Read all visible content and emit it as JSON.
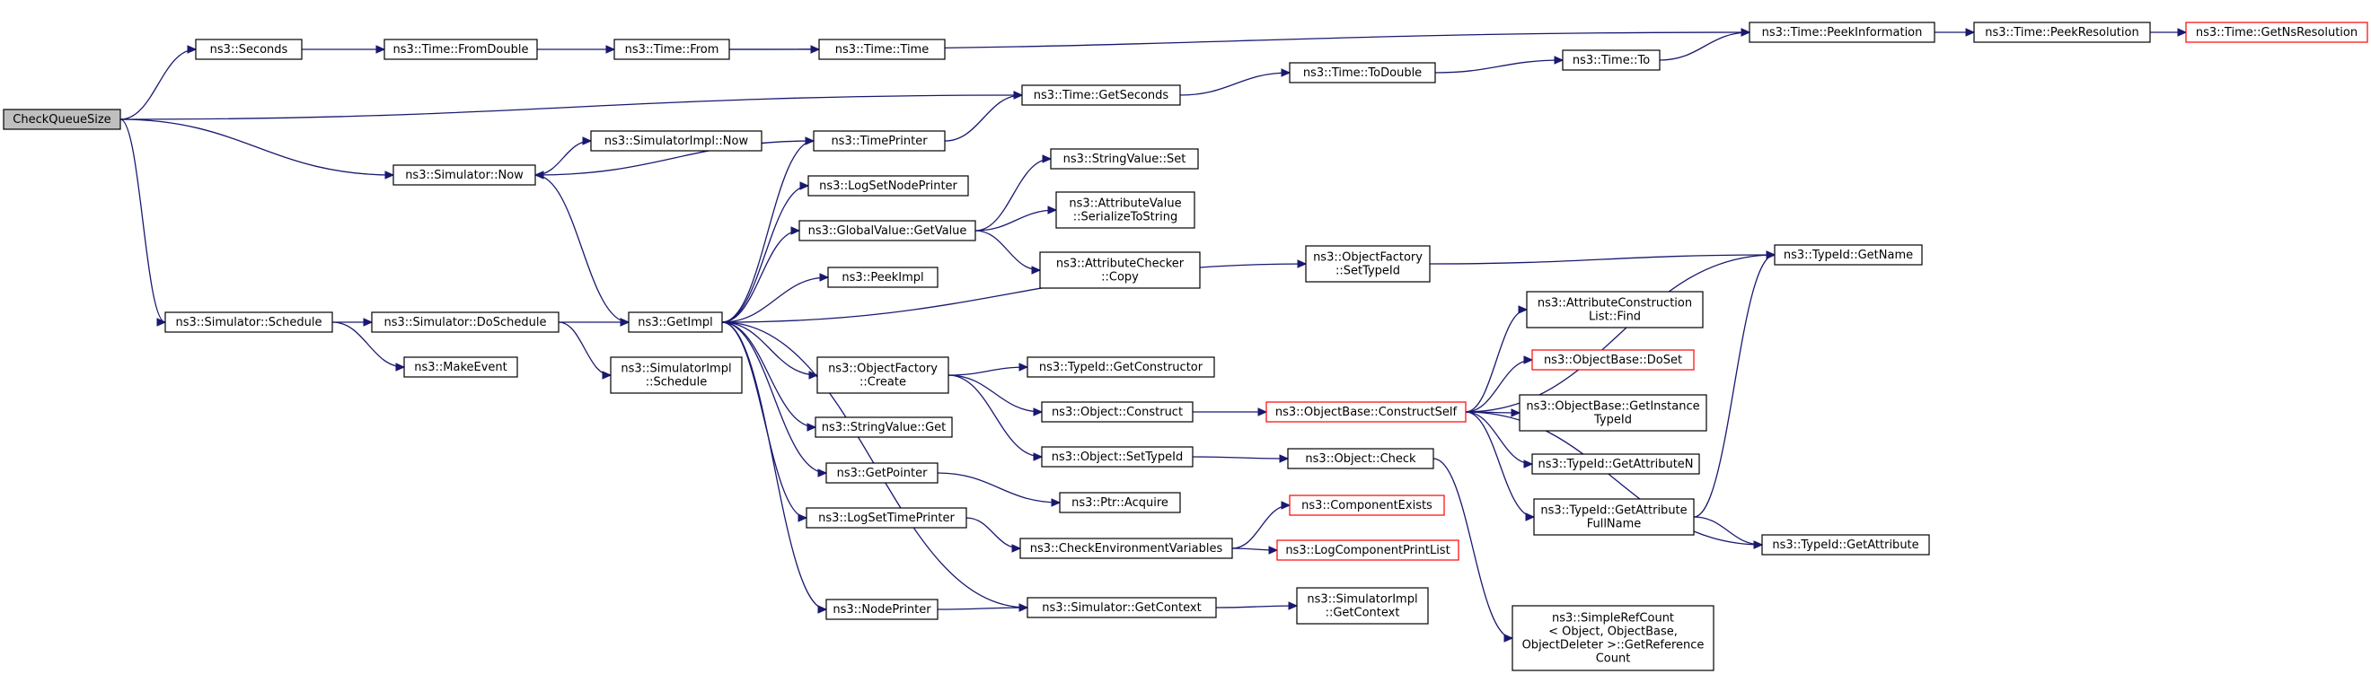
{
  "colors": {
    "edge": "#191970",
    "node_border": "#000000",
    "node_border_truncated": "#ff0000",
    "root_fill": "#bfbfbf"
  },
  "nodes": [
    {
      "id": "check-queue-size",
      "lines": [
        "CheckQueueSize"
      ],
      "kind": "root"
    },
    {
      "id": "seconds",
      "lines": [
        "ns3::Seconds"
      ]
    },
    {
      "id": "time-fromdouble",
      "lines": [
        "ns3::Time::FromDouble"
      ]
    },
    {
      "id": "time-from",
      "lines": [
        "ns3::Time::From"
      ]
    },
    {
      "id": "time-time",
      "lines": [
        "ns3::Time::Time"
      ]
    },
    {
      "id": "time-peekinformation",
      "lines": [
        "ns3::Time::PeekInformation"
      ]
    },
    {
      "id": "time-peekresolution",
      "lines": [
        "ns3::Time::PeekResolution"
      ]
    },
    {
      "id": "time-getnsresolution",
      "lines": [
        "ns3::Time::GetNsResolution"
      ],
      "kind": "red"
    },
    {
      "id": "time-getseconds",
      "lines": [
        "ns3::Time::GetSeconds"
      ]
    },
    {
      "id": "time-todouble",
      "lines": [
        "ns3::Time::ToDouble"
      ]
    },
    {
      "id": "time-to",
      "lines": [
        "ns3::Time::To"
      ]
    },
    {
      "id": "simulator-now",
      "lines": [
        "ns3::Simulator::Now"
      ]
    },
    {
      "id": "simulatorimpl-now",
      "lines": [
        "ns3::SimulatorImpl::Now"
      ]
    },
    {
      "id": "timeprinter",
      "lines": [
        "ns3::TimePrinter"
      ]
    },
    {
      "id": "logsetnodeprinter",
      "lines": [
        "ns3::LogSetNodePrinter"
      ]
    },
    {
      "id": "globalvalue-getvalue",
      "lines": [
        "ns3::GlobalValue::GetValue"
      ]
    },
    {
      "id": "stringvalue-set",
      "lines": [
        "ns3::StringValue::Set"
      ]
    },
    {
      "id": "attributevalue-serialize",
      "lines": [
        "ns3::AttributeValue",
        "::SerializeToString"
      ]
    },
    {
      "id": "attributechecker-copy",
      "lines": [
        "ns3::AttributeChecker",
        "::Copy"
      ]
    },
    {
      "id": "peekimpl",
      "lines": [
        "ns3::PeekImpl"
      ]
    },
    {
      "id": "getimpl",
      "lines": [
        "ns3::GetImpl"
      ]
    },
    {
      "id": "objectfactory-settypeid",
      "lines": [
        "ns3::ObjectFactory",
        "::SetTypeId"
      ]
    },
    {
      "id": "typeid-getname",
      "lines": [
        "ns3::TypeId::GetName"
      ]
    },
    {
      "id": "simulator-schedule",
      "lines": [
        "ns3::Simulator::Schedule"
      ]
    },
    {
      "id": "simulator-doschedule",
      "lines": [
        "ns3::Simulator::DoSchedule"
      ]
    },
    {
      "id": "makeevent",
      "lines": [
        "ns3::MakeEvent"
      ]
    },
    {
      "id": "simulatorimpl-schedule",
      "lines": [
        "ns3::SimulatorImpl",
        "::Schedule"
      ]
    },
    {
      "id": "objectfactory-create",
      "lines": [
        "ns3::ObjectFactory",
        "::Create"
      ]
    },
    {
      "id": "typeid-getconstructor",
      "lines": [
        "ns3::TypeId::GetConstructor"
      ]
    },
    {
      "id": "object-construct",
      "lines": [
        "ns3::Object::Construct"
      ]
    },
    {
      "id": "objectbase-constructself",
      "lines": [
        "ns3::ObjectBase::ConstructSelf"
      ],
      "kind": "red"
    },
    {
      "id": "attributeconstructionlist-find",
      "lines": [
        "ns3::AttributeConstruction",
        "List::Find"
      ]
    },
    {
      "id": "objectbase-doset",
      "lines": [
        "ns3::ObjectBase::DoSet"
      ],
      "kind": "red"
    },
    {
      "id": "objectbase-getinstancetypeid",
      "lines": [
        "ns3::ObjectBase::GetInstance",
        "TypeId"
      ]
    },
    {
      "id": "typeid-getattributen",
      "lines": [
        "ns3::TypeId::GetAttributeN"
      ]
    },
    {
      "id": "typeid-getattributefullname",
      "lines": [
        "ns3::TypeId::GetAttribute",
        "FullName"
      ]
    },
    {
      "id": "typeid-getattribute",
      "lines": [
        "ns3::TypeId::GetAttribute"
      ]
    },
    {
      "id": "stringvalue-get",
      "lines": [
        "ns3::StringValue::Get"
      ]
    },
    {
      "id": "object-settypeid",
      "lines": [
        "ns3::Object::SetTypeId"
      ]
    },
    {
      "id": "object-check",
      "lines": [
        "ns3::Object::Check"
      ]
    },
    {
      "id": "getpointer",
      "lines": [
        "ns3::GetPointer"
      ]
    },
    {
      "id": "ptr-acquire",
      "lines": [
        "ns3::Ptr::Acquire"
      ]
    },
    {
      "id": "logsettimeprinter",
      "lines": [
        "ns3::LogSetTimePrinter"
      ]
    },
    {
      "id": "checkenvironmentvariables",
      "lines": [
        "ns3::CheckEnvironmentVariables"
      ]
    },
    {
      "id": "componentexists",
      "lines": [
        "ns3::ComponentExists"
      ],
      "kind": "red"
    },
    {
      "id": "logcomponentprintlist",
      "lines": [
        "ns3::LogComponentPrintList"
      ],
      "kind": "red"
    },
    {
      "id": "nodeprinter",
      "lines": [
        "ns3::NodePrinter"
      ]
    },
    {
      "id": "simulator-getcontext",
      "lines": [
        "ns3::Simulator::GetContext"
      ]
    },
    {
      "id": "simulatorimpl-getcontext",
      "lines": [
        "ns3::SimulatorImpl",
        "::GetContext"
      ]
    },
    {
      "id": "simplerefcount-getreferencecount",
      "lines": [
        "ns3::SimpleRefCount",
        "< Object, ObjectBase,",
        "ObjectDeleter >::GetReference",
        "Count"
      ]
    }
  ],
  "edges": [
    [
      "check-queue-size",
      "seconds"
    ],
    [
      "check-queue-size",
      "time-getseconds"
    ],
    [
      "check-queue-size",
      "simulator-now"
    ],
    [
      "check-queue-size",
      "simulator-schedule"
    ],
    [
      "seconds",
      "time-fromdouble"
    ],
    [
      "time-fromdouble",
      "time-from"
    ],
    [
      "time-from",
      "time-time"
    ],
    [
      "time-from",
      "time-peekinformation"
    ],
    [
      "time-peekinformation",
      "time-peekresolution"
    ],
    [
      "time-peekresolution",
      "time-getnsresolution"
    ],
    [
      "time-getseconds",
      "time-todouble"
    ],
    [
      "time-todouble",
      "time-to"
    ],
    [
      "time-to",
      "time-peekinformation"
    ],
    [
      "simulator-now",
      "simulatorimpl-now"
    ],
    [
      "simulator-now",
      "getimpl"
    ],
    [
      "timeprinter",
      "simulator-now"
    ],
    [
      "timeprinter",
      "time-getseconds"
    ],
    [
      "getimpl",
      "timeprinter"
    ],
    [
      "getimpl",
      "logsetnodeprinter"
    ],
    [
      "getimpl",
      "globalvalue-getvalue"
    ],
    [
      "getimpl",
      "peekimpl"
    ],
    [
      "getimpl",
      "objectfactory-settypeid"
    ],
    [
      "getimpl",
      "objectfactory-create"
    ],
    [
      "getimpl",
      "stringvalue-get"
    ],
    [
      "getimpl",
      "getpointer"
    ],
    [
      "getimpl",
      "logsettimeprinter"
    ],
    [
      "getimpl",
      "nodeprinter"
    ],
    [
      "getimpl",
      "simulator-getcontext"
    ],
    [
      "globalvalue-getvalue",
      "stringvalue-set"
    ],
    [
      "globalvalue-getvalue",
      "attributevalue-serialize"
    ],
    [
      "globalvalue-getvalue",
      "attributechecker-copy"
    ],
    [
      "objectfactory-settypeid",
      "typeid-getname"
    ],
    [
      "simulator-schedule",
      "simulator-doschedule"
    ],
    [
      "simulator-schedule",
      "makeevent"
    ],
    [
      "simulator-doschedule",
      "getimpl"
    ],
    [
      "simulator-doschedule",
      "simulatorimpl-schedule"
    ],
    [
      "objectfactory-create",
      "typeid-getconstructor"
    ],
    [
      "objectfactory-create",
      "object-construct"
    ],
    [
      "objectfactory-create",
      "object-settypeid"
    ],
    [
      "object-construct",
      "objectbase-constructself"
    ],
    [
      "objectbase-constructself",
      "typeid-getname"
    ],
    [
      "objectbase-constructself",
      "attributeconstructionlist-find"
    ],
    [
      "objectbase-constructself",
      "objectbase-doset"
    ],
    [
      "objectbase-constructself",
      "objectbase-getinstancetypeid"
    ],
    [
      "objectbase-constructself",
      "typeid-getattributen"
    ],
    [
      "objectbase-constructself",
      "typeid-getattributefullname"
    ],
    [
      "objectbase-constructself",
      "typeid-getattribute"
    ],
    [
      "typeid-getattributefullname",
      "typeid-getname"
    ],
    [
      "typeid-getattributefullname",
      "typeid-getattribute"
    ],
    [
      "object-settypeid",
      "object-check"
    ],
    [
      "object-check",
      "simplerefcount-getreferencecount"
    ],
    [
      "getpointer",
      "ptr-acquire"
    ],
    [
      "logsettimeprinter",
      "checkenvironmentvariables"
    ],
    [
      "checkenvironmentvariables",
      "componentexists"
    ],
    [
      "checkenvironmentvariables",
      "logcomponentprintlist"
    ],
    [
      "nodeprinter",
      "simulator-getcontext"
    ],
    [
      "simulator-getcontext",
      "simulatorimpl-getcontext"
    ]
  ]
}
